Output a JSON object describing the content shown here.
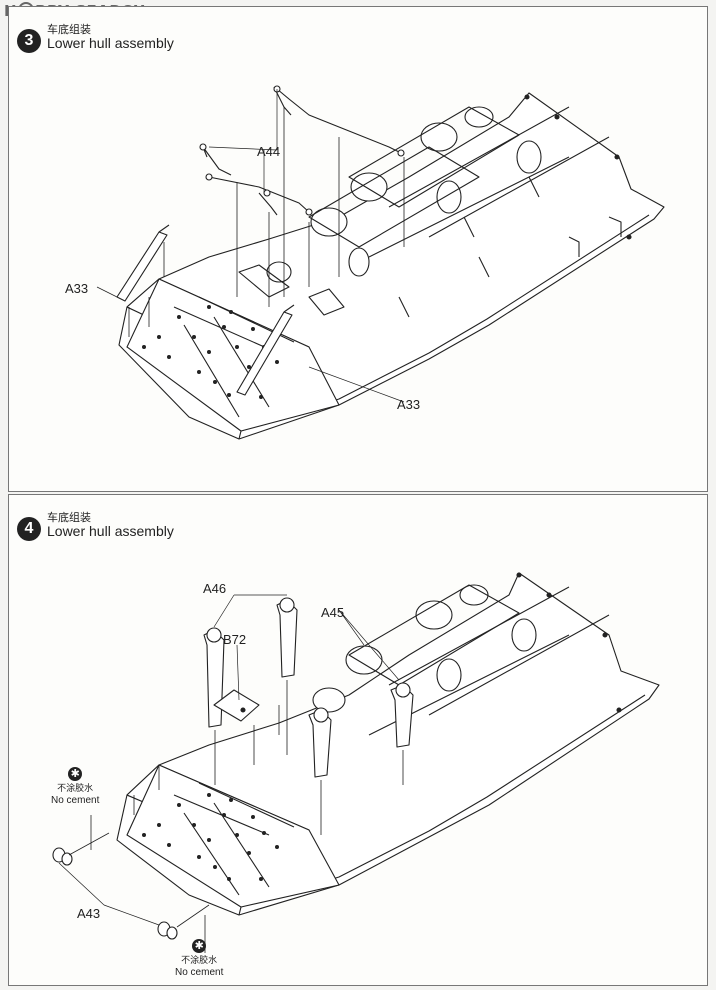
{
  "header": {
    "watermark": "HOBBY SEARCH"
  },
  "steps": [
    {
      "number": "3",
      "title_cn": "车底组装",
      "title_en": "Lower hull assembly",
      "labels": {
        "a44": "A44",
        "a33_left": "A33",
        "a33_right": "A33"
      }
    },
    {
      "number": "4",
      "title_cn": "车底组装",
      "title_en": "Lower hull assembly",
      "labels": {
        "a46": "A46",
        "a45": "A45",
        "b72": "B72",
        "a43": "A43"
      },
      "notes": [
        {
          "icon": "no-cement-icon",
          "cn": "不涂胶水",
          "en": "No cement"
        },
        {
          "icon": "no-cement-icon",
          "cn": "不涂胶水",
          "en": "No cement"
        }
      ]
    }
  ]
}
